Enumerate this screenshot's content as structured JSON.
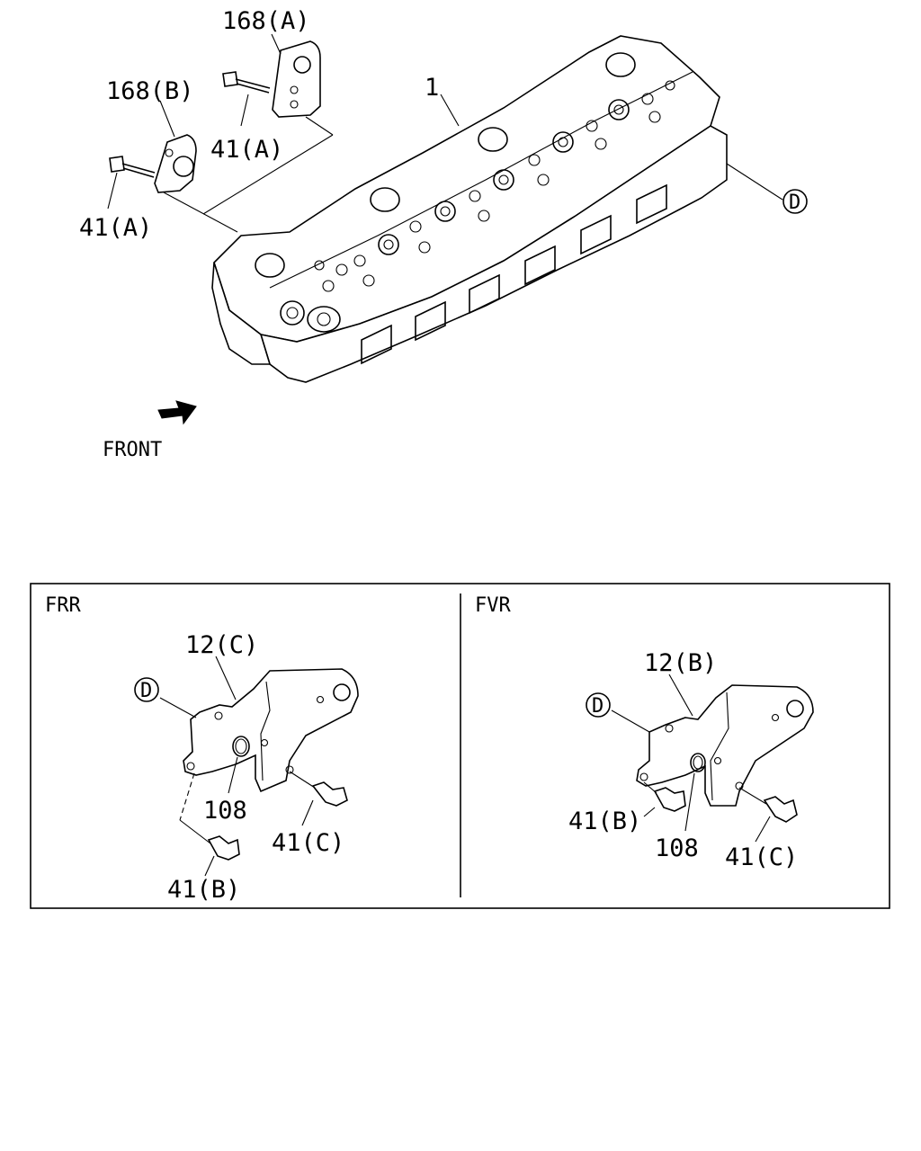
{
  "callouts": {
    "head": "1",
    "bracket_168a": "168(A)",
    "bracket_168b": "168(B)",
    "bolt_41a_upper": "41(A)",
    "bolt_41a_lower": "41(A)",
    "ref_d_main": "D",
    "front_label": "FRONT"
  },
  "detail_frr": {
    "title": "FRR",
    "bracket": "12(C)",
    "ref_d": "D",
    "washer": "108",
    "bolt_c": "41(C)",
    "bolt_b": "41(B)"
  },
  "detail_fvr": {
    "title": "FVR",
    "bracket": "12(B)",
    "ref_d": "D",
    "bolt_b": "41(B)",
    "washer": "108",
    "bolt_c": "41(C)"
  }
}
